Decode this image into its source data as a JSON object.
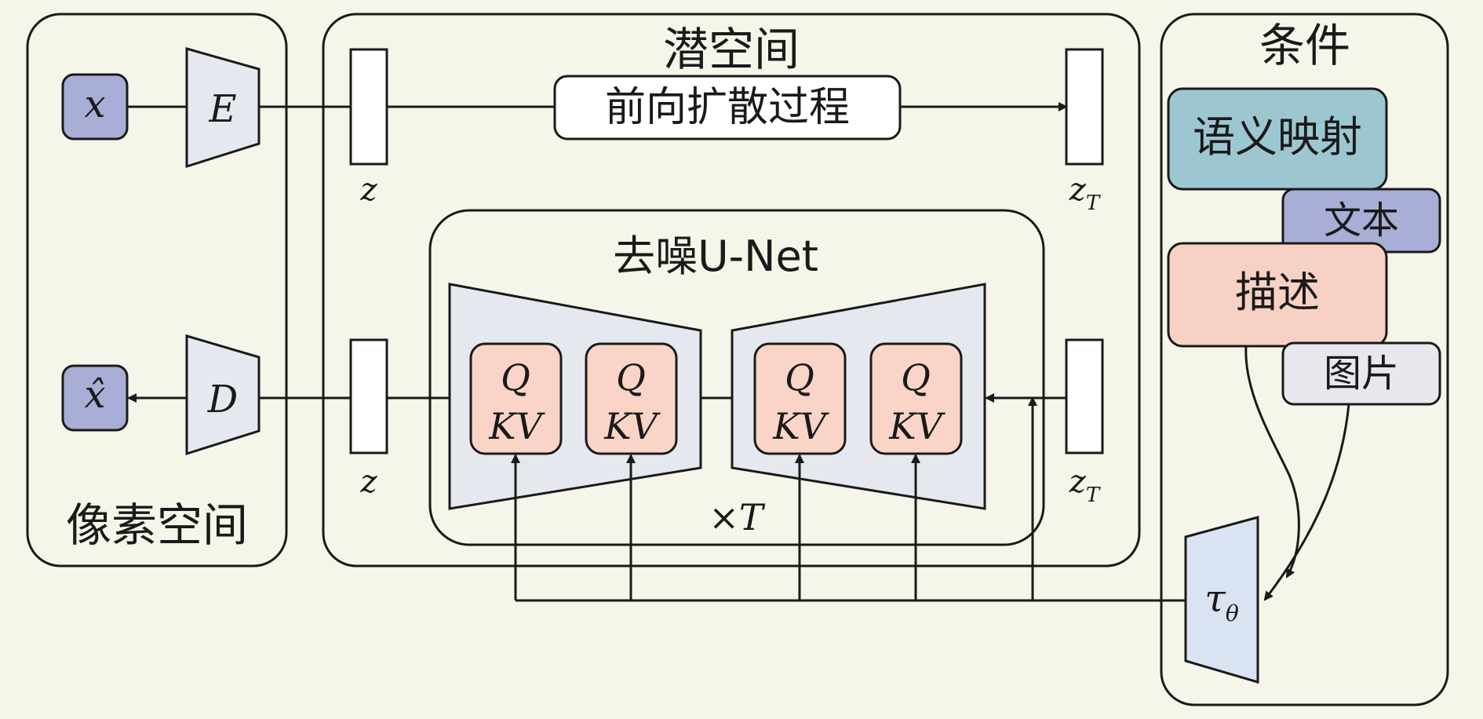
{
  "regions": {
    "pixel_space": "像素空间",
    "latent_space": "潜空间",
    "conditioning": "条件",
    "unet": "去噪U-Net"
  },
  "symbols": {
    "x": "x",
    "x_hat": "x̂",
    "encoder": "E",
    "decoder": "D",
    "z_top": "z",
    "z_bottom": "z",
    "z_T_top": "zT",
    "z_T_bottom": "zT",
    "repeat": "×T",
    "tau": "τ",
    "theta": "θ"
  },
  "process": {
    "forward_diffusion": "前向扩散过程"
  },
  "attention": {
    "q_label": "Q",
    "kv_label": "KV"
  },
  "conditions": {
    "semantic_map": "语义映射",
    "text": "文本",
    "description": "描述",
    "image": "图片"
  },
  "colors": {
    "background": "#f5f5ea",
    "input_blue": "#a8aed6",
    "encoder_gray": "#e5e8ef",
    "semantic_teal": "#9cc7d0",
    "description_peach": "#f8d1c5",
    "image_gray": "#e7e8ee",
    "attention_peach": "#f9d4c7",
    "tau_blue": "#d9e3f2"
  }
}
